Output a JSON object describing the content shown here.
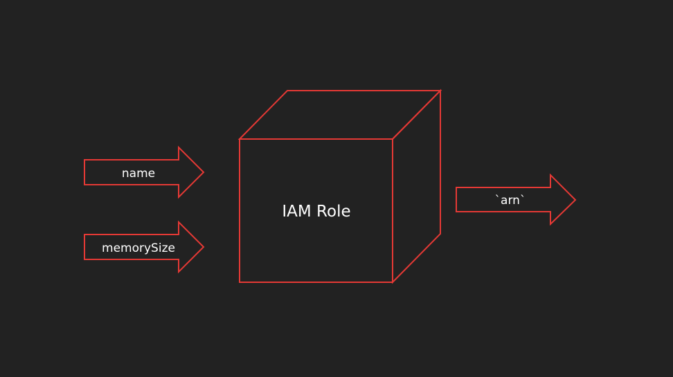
{
  "colors": {
    "background": "#222222",
    "stroke": "#e53935",
    "text": "#ffffff"
  },
  "inputs": [
    {
      "label": "name"
    },
    {
      "label": "memorySize"
    }
  ],
  "box": {
    "label": "IAM Role",
    "shape": "cube-outline"
  },
  "outputs": [
    {
      "label": "`arn`"
    }
  ]
}
